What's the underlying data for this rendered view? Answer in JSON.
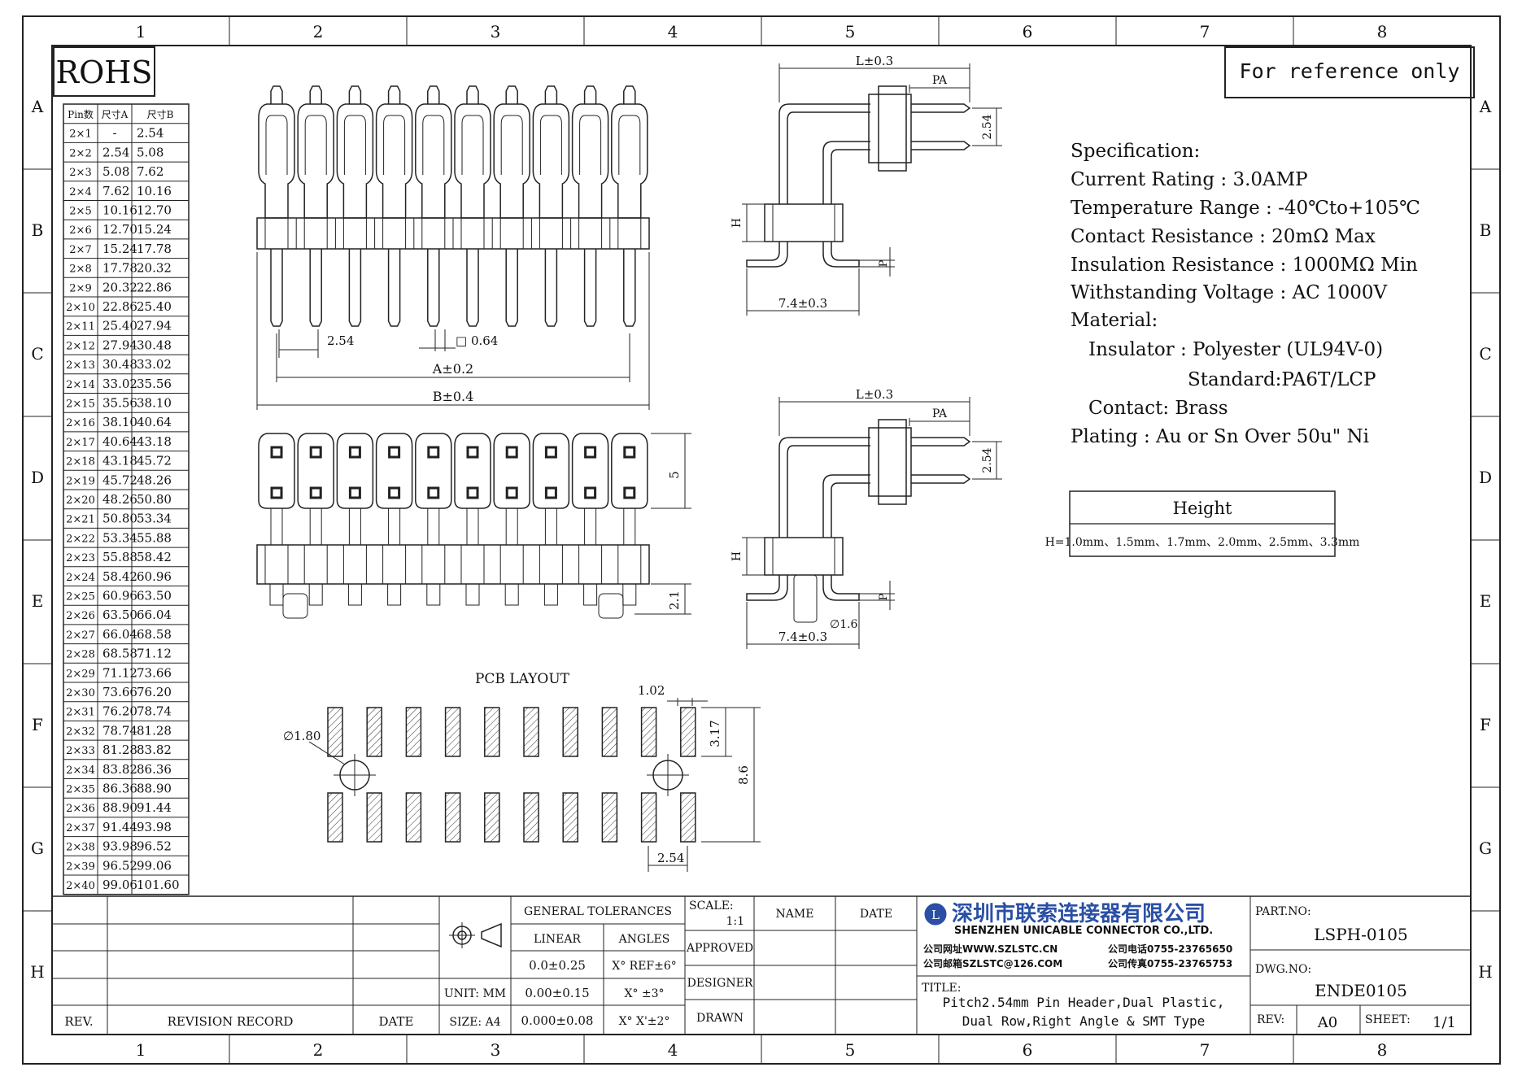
{
  "frame": {
    "columns": [
      "1",
      "2",
      "3",
      "4",
      "5",
      "6",
      "7",
      "8"
    ],
    "rows": [
      "A",
      "B",
      "C",
      "D",
      "E",
      "F",
      "G",
      "H"
    ]
  },
  "rohs": "ROHS",
  "reference": "For reference only",
  "pin_table": {
    "headers": [
      "Pin数",
      "尺寸A",
      "尺寸B"
    ],
    "rows": [
      [
        "2×1",
        "-",
        "2.54"
      ],
      [
        "2×2",
        "2.54",
        "5.08"
      ],
      [
        "2×3",
        "5.08",
        "7.62"
      ],
      [
        "2×4",
        "7.62",
        "10.16"
      ],
      [
        "2×5",
        "10.16",
        "12.70"
      ],
      [
        "2×6",
        "12.70",
        "15.24"
      ],
      [
        "2×7",
        "15.24",
        "17.78"
      ],
      [
        "2×8",
        "17.78",
        "20.32"
      ],
      [
        "2×9",
        "20.32",
        "22.86"
      ],
      [
        "2×10",
        "22.86",
        "25.40"
      ],
      [
        "2×11",
        "25.40",
        "27.94"
      ],
      [
        "2×12",
        "27.94",
        "30.48"
      ],
      [
        "2×13",
        "30.48",
        "33.02"
      ],
      [
        "2×14",
        "33.02",
        "35.56"
      ],
      [
        "2×15",
        "35.56",
        "38.10"
      ],
      [
        "2×16",
        "38.10",
        "40.64"
      ],
      [
        "2×17",
        "40.64",
        "43.18"
      ],
      [
        "2×18",
        "43.18",
        "45.72"
      ],
      [
        "2×19",
        "45.72",
        "48.26"
      ],
      [
        "2×20",
        "48.26",
        "50.80"
      ],
      [
        "2×21",
        "50.80",
        "53.34"
      ],
      [
        "2×22",
        "53.34",
        "55.88"
      ],
      [
        "2×23",
        "55.88",
        "58.42"
      ],
      [
        "2×24",
        "58.42",
        "60.96"
      ],
      [
        "2×25",
        "60.96",
        "63.50"
      ],
      [
        "2×26",
        "63.50",
        "66.04"
      ],
      [
        "2×27",
        "66.04",
        "68.58"
      ],
      [
        "2×28",
        "68.58",
        "71.12"
      ],
      [
        "2×29",
        "71.12",
        "73.66"
      ],
      [
        "2×30",
        "73.66",
        "76.20"
      ],
      [
        "2×31",
        "76.20",
        "78.74"
      ],
      [
        "2×32",
        "78.74",
        "81.28"
      ],
      [
        "2×33",
        "81.28",
        "83.82"
      ],
      [
        "2×34",
        "83.82",
        "86.36"
      ],
      [
        "2×35",
        "86.36",
        "88.90"
      ],
      [
        "2×36",
        "88.90",
        "91.44"
      ],
      [
        "2×37",
        "91.44",
        "93.98"
      ],
      [
        "2×38",
        "93.98",
        "96.52"
      ],
      [
        "2×39",
        "96.52",
        "99.06"
      ],
      [
        "2×40",
        "99.06",
        "101.60"
      ]
    ]
  },
  "dims": {
    "pitch": "2.54",
    "pin_square": "□ 0.64",
    "a": "A±0.2",
    "b": "B±0.4",
    "five": "5",
    "two_one": "2.1",
    "l": "L±0.3",
    "pa": "PA",
    "side_pitch": "2.54",
    "h": "H",
    "p": "P",
    "width": "7.4±0.3",
    "dia16": "∅1.6",
    "pcb_title": "PCB LAYOUT",
    "pad_w": "1.02",
    "dia180": "∅1.80",
    "d317": "3.17",
    "d86": "8.6",
    "pcb_pitch": "2.54"
  },
  "spec": {
    "lines": [
      "Specification:",
      "Current Rating : 3.0AMP",
      "Temperature Range : -40℃to+105℃",
      "Contact Resistance : 20mΩ Max",
      "Insulation Resistance : 1000MΩ Min",
      "Withstanding Voltage : AC 1000V",
      "Material:",
      "Insulator : Polyester (UL94V-0)",
      "Standard:PA6T/LCP",
      "Contact: Brass",
      "Plating : Au or Sn Over 50u\" Ni"
    ]
  },
  "height_box": {
    "title": "Height",
    "value": "H=1.0mm、1.5mm、1.7mm、2.0mm、2.5mm、3.3mm"
  },
  "title_block": {
    "rev": "REV.",
    "revision_record": "REVISION RECORD",
    "date": "DATE",
    "unit": "UNIT: MM",
    "size": "SIZE: A4",
    "general_tolerances": "GENERAL TOLERANCES",
    "linear": "LINEAR",
    "angles": "ANGLES",
    "tol_lin": [
      "0.0±0.25",
      "0.00±0.15",
      "0.000±0.08"
    ],
    "tol_ang": [
      "X° REF±6°",
      "X° ±3°",
      "X° X'±2°"
    ],
    "scale_label": "SCALE:",
    "scale_value": "1:1",
    "approved": "APPROVED",
    "designer": "DESIGNER",
    "drawn": "DRAWN",
    "name": "NAME",
    "date2": "DATE",
    "company_cn": "深圳市联索连接器有限公司",
    "company_en": "SHENZHEN UNICABLE CONNECTOR CO.,LTD.",
    "web": "公司网址WWW.SZLSTC.CN",
    "mail": "公司邮箱SZLSTC@126.COM",
    "tel": "公司电话0755-23765650",
    "fax": "公司传真0755-23765753",
    "title_label": "TITLE:",
    "title_line1": "Pitch2.54mm Pin Header,Dual Plastic,",
    "title_line2": "Dual Row,Right Angle & SMT Type",
    "part_label": "PART.NO:",
    "part_no": "LSPH-0105",
    "dwg_label": "DWG.NO:",
    "dwg_no": "ENDE0105",
    "rev_label": "REV:",
    "rev_value": "A0",
    "sheet_label": "SHEET:",
    "sheet_value": "1/1"
  }
}
